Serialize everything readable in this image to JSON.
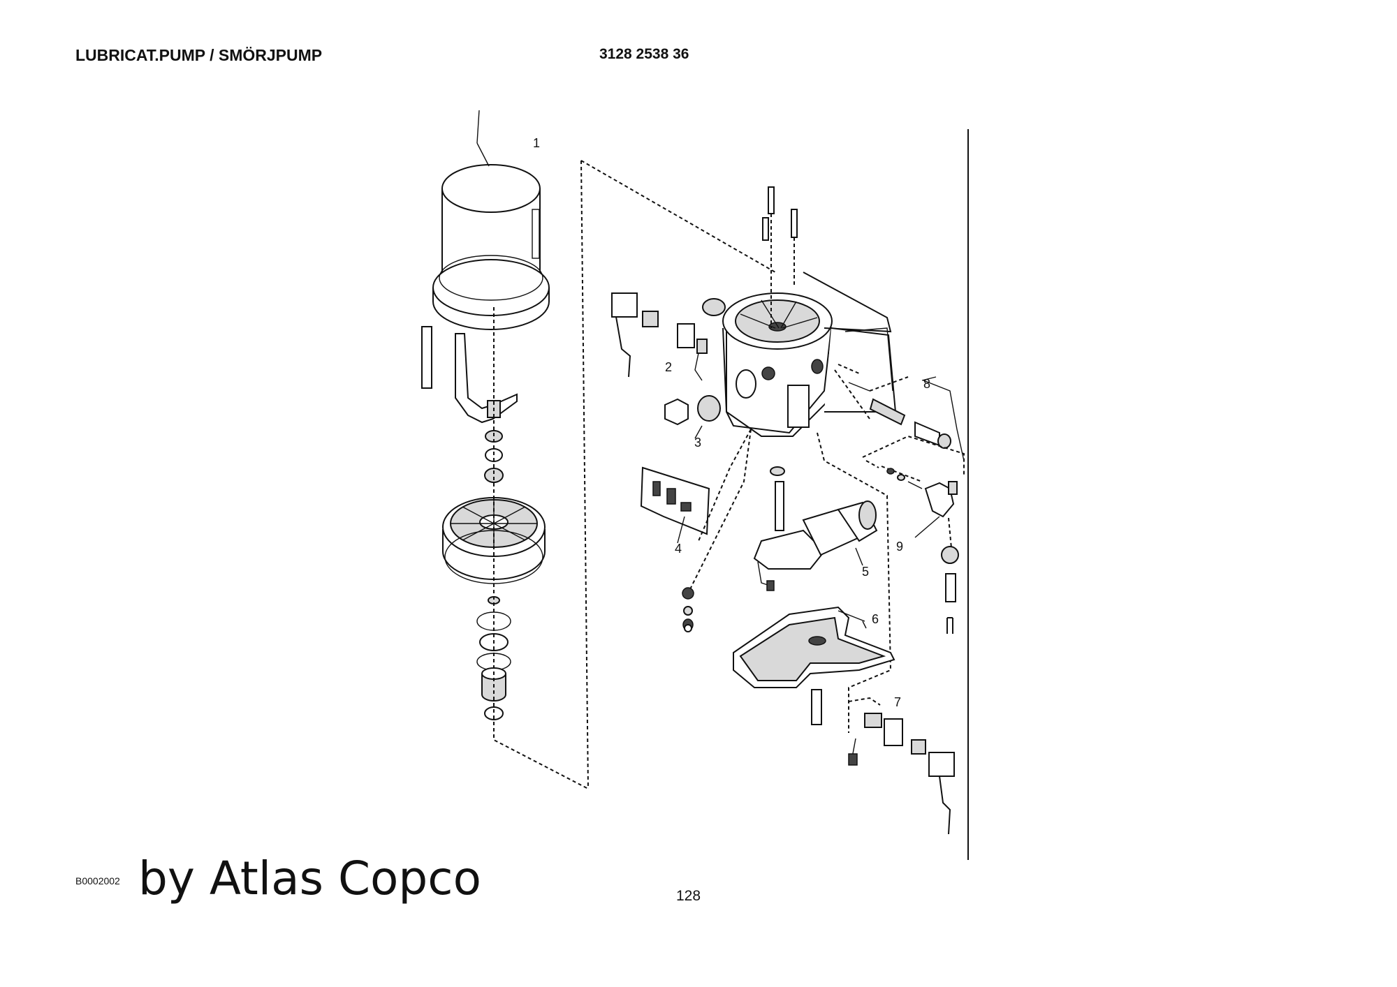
{
  "header": {
    "title": "LUBRICAT.PUMP / SMÖRJPUMP",
    "part_number": "3128 2538 36"
  },
  "diagram": {
    "callouts": [
      "1",
      "2",
      "3",
      "4",
      "5",
      "6",
      "7",
      "8",
      "9"
    ]
  },
  "footer": {
    "drawing_code": "B0002002",
    "brand": "by Atlas Copco",
    "page_number": "128"
  }
}
